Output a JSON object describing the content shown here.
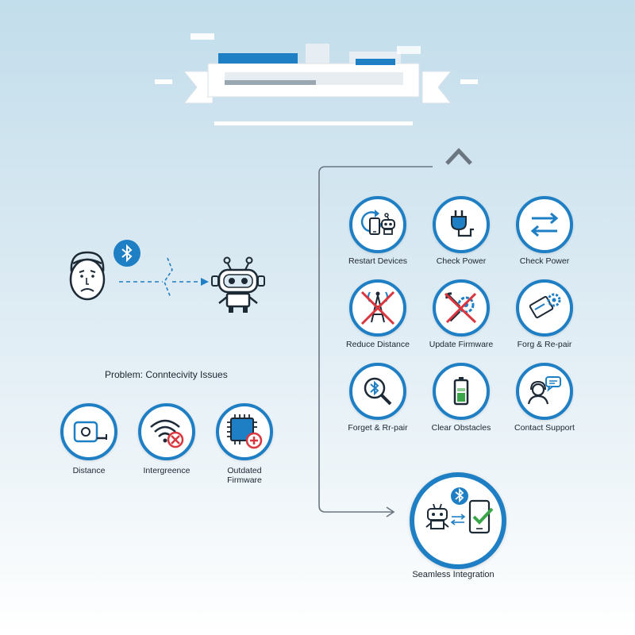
{
  "problem": {
    "title": "Problem: Conntecivity Issues",
    "causes": [
      {
        "label": "Distance",
        "icon": "tape-measure-icon"
      },
      {
        "label": "Intergreence",
        "icon": "wifi-blocked-icon"
      },
      {
        "label": "Outdated\nFirmware",
        "icon": "chip-add-icon"
      }
    ]
  },
  "solutions": [
    {
      "label": "Restart Devices",
      "icon": "restart-devices-icon"
    },
    {
      "label": "Check Power",
      "icon": "plug-icon"
    },
    {
      "label": "Check Power",
      "icon": "swap-arrows-icon"
    },
    {
      "label": "Reduce Distance",
      "icon": "tower-crossed-icon"
    },
    {
      "label": "Update Firmware",
      "icon": "tools-crossed-icon"
    },
    {
      "label": "Forg & Re-pair",
      "icon": "card-gear-icon"
    },
    {
      "label": "Forget & Rr-pair",
      "icon": "bluetooth-search-icon"
    },
    {
      "label": "Clear Obstacles",
      "icon": "battery-icon"
    },
    {
      "label": "Contact Support",
      "icon": "support-agent-icon"
    }
  ],
  "result": {
    "label": "Seamless Integration",
    "icon": "robot-phone-check-icon"
  },
  "colors": {
    "accent": "#1f7fc4",
    "danger": "#d9363e",
    "success": "#3aa64a",
    "ink": "#1d2a36"
  }
}
